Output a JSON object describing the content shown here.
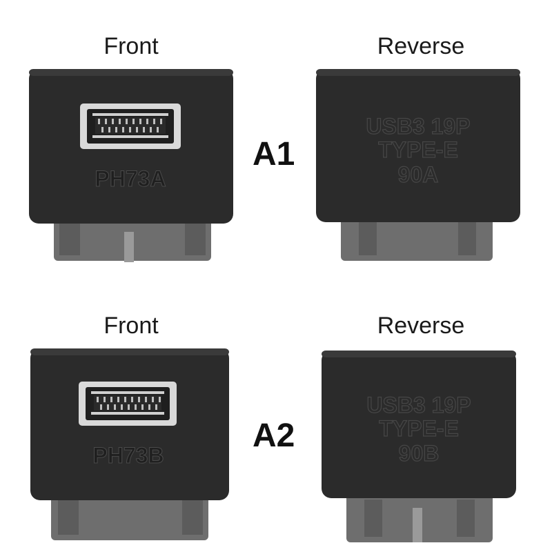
{
  "rows": [
    {
      "model": "A1",
      "front": {
        "heading": "Front",
        "marking": "PH73A"
      },
      "reverse": {
        "heading": "Reverse",
        "lines": [
          "USB3 19P",
          "TYPE-E",
          "90A"
        ]
      }
    },
    {
      "model": "A2",
      "front": {
        "heading": "Front",
        "marking": "PH73B"
      },
      "reverse": {
        "heading": "Reverse",
        "lines": [
          "USB3 19P",
          "TYPE-E",
          "90B"
        ]
      }
    }
  ],
  "colors": {
    "body": "#2b2b2b",
    "body_edge": "#1a1a1a",
    "connector_frame": "#d9d9d9",
    "base_plastic": "#6e6e6e",
    "emboss_text": "#3a3a3a"
  }
}
